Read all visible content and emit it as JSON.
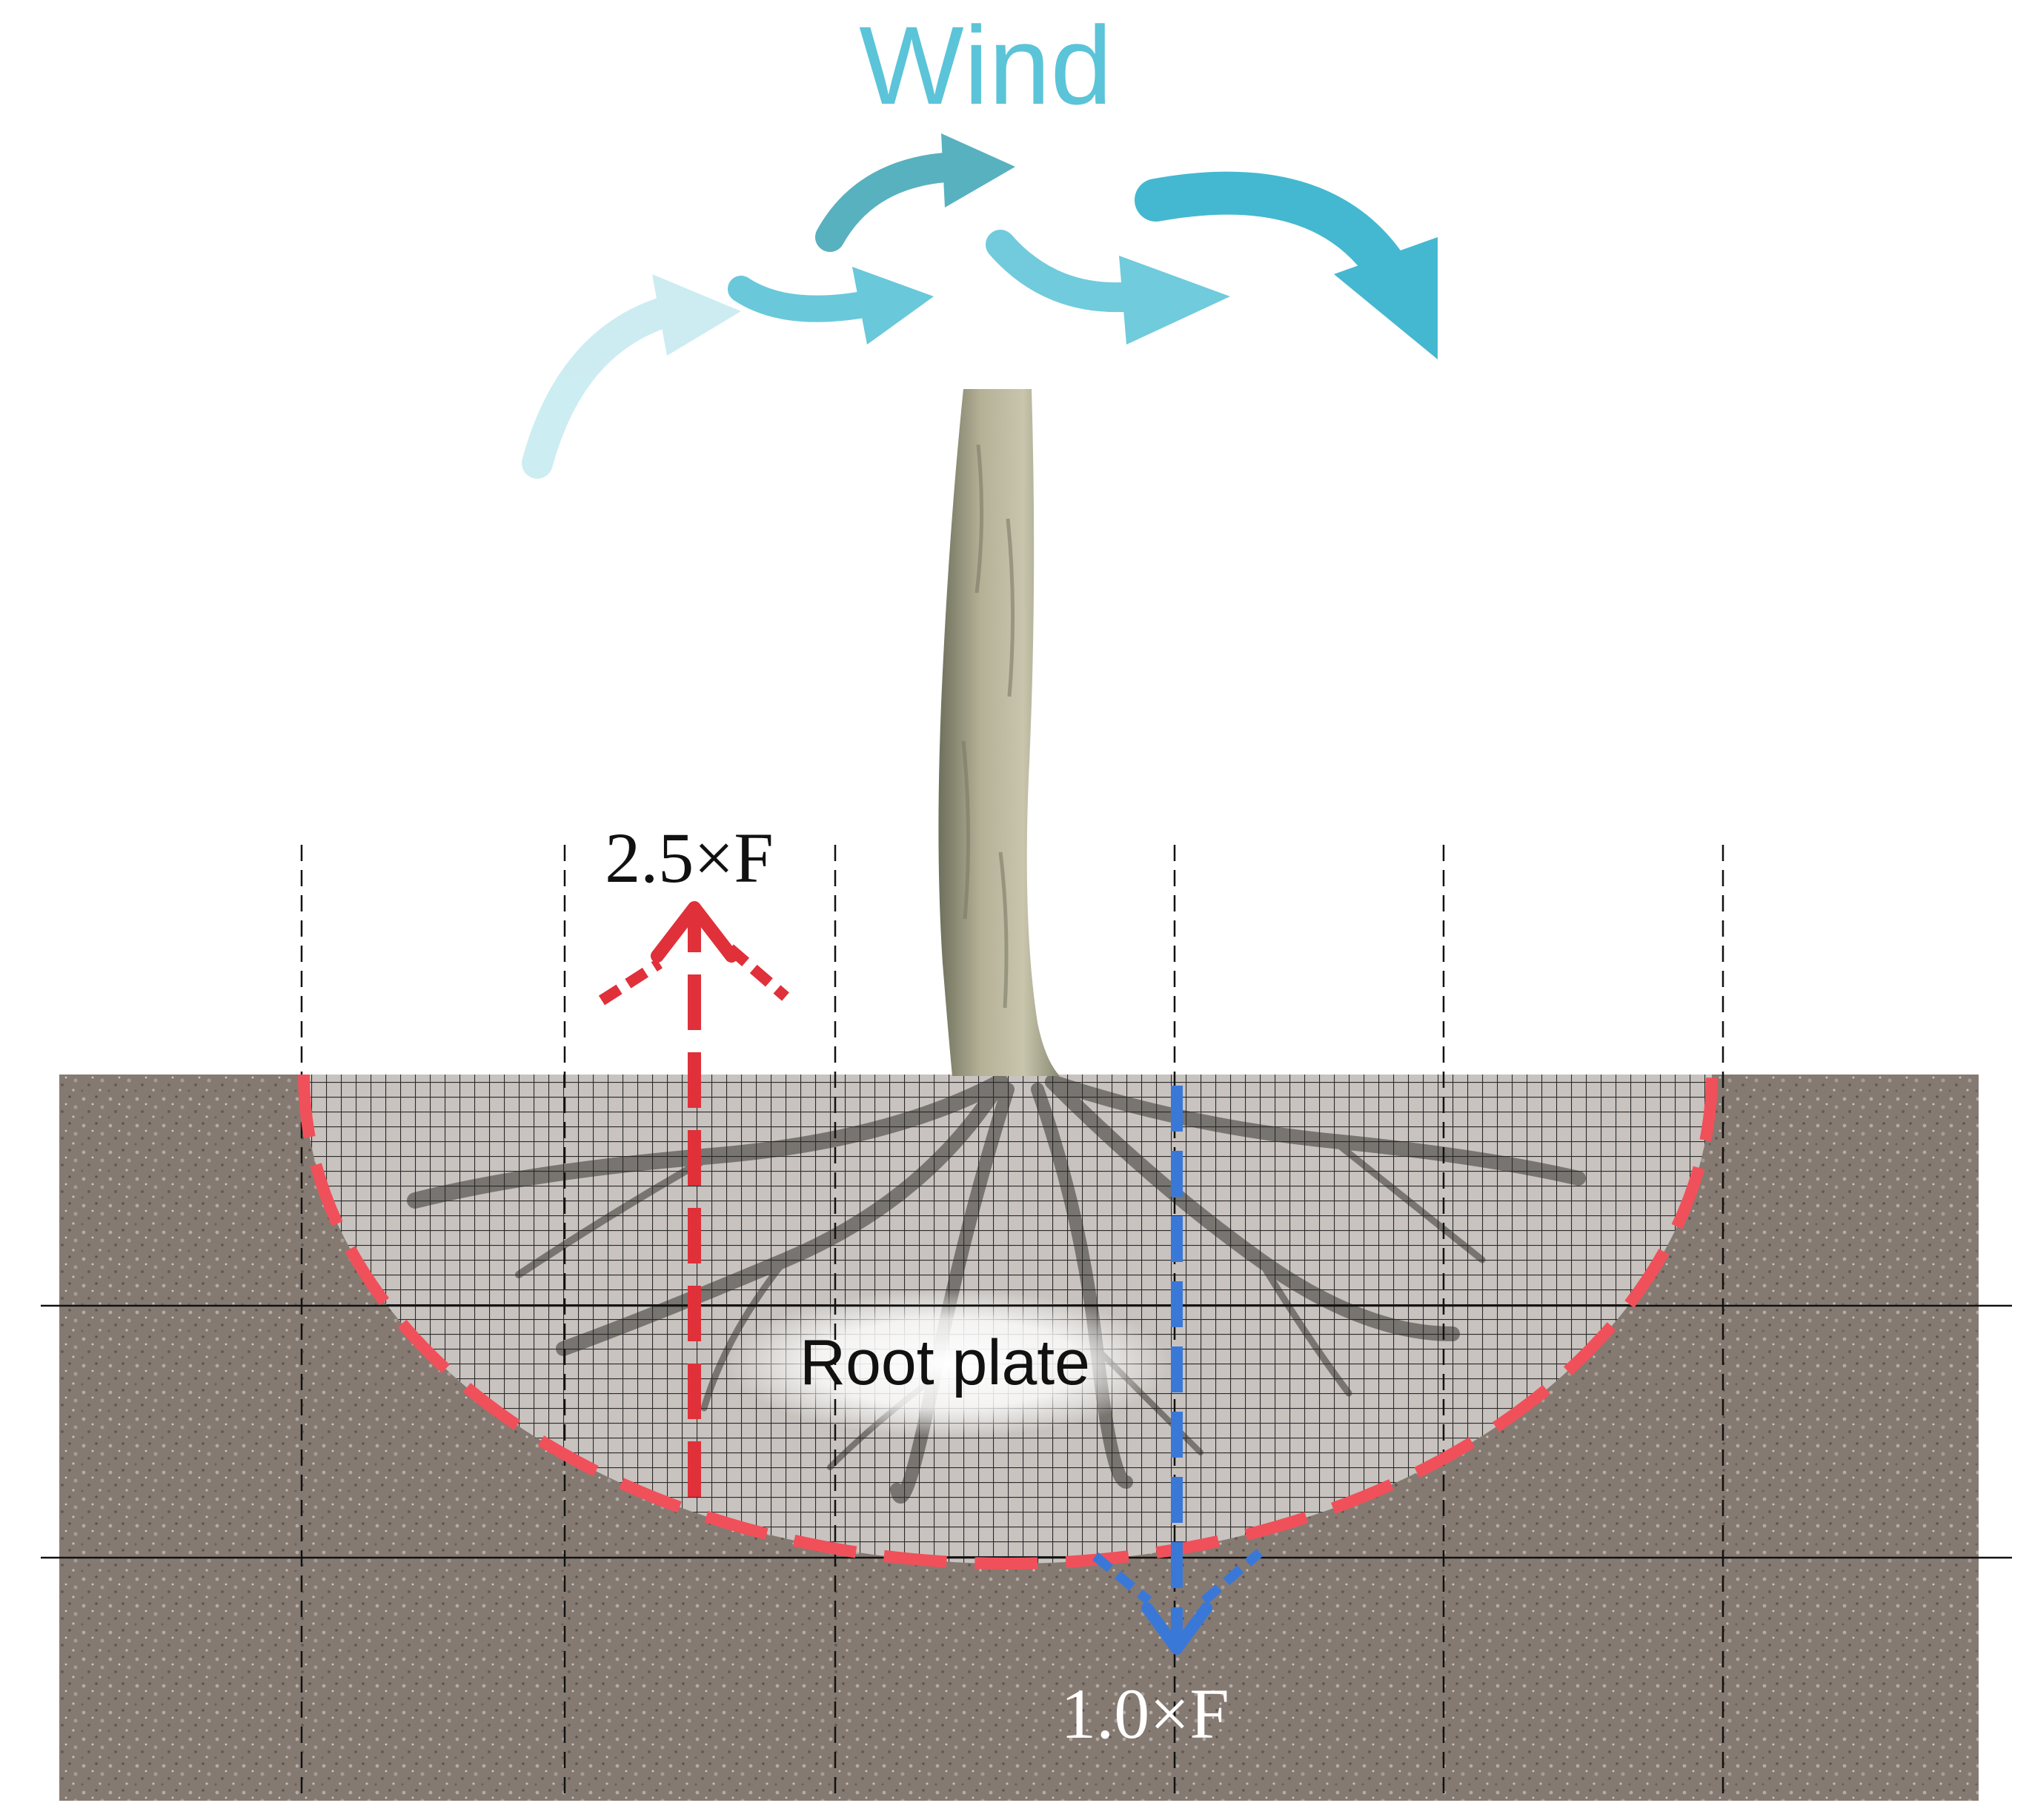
{
  "diagram": {
    "wind_label": "Wind",
    "upward_force_label": "2.5×F",
    "downward_force_label": "1.0×F",
    "root_plate_label": "Root plate"
  },
  "colors": {
    "wind": "#5bc4d8",
    "upward_force": "#e0303a",
    "downward_force": "#3a78d8",
    "plate_outline": "#f0505a",
    "soil": "#857a72",
    "trunk": "#a8a48a",
    "grid": "#222222"
  },
  "icons": {
    "wind_arrows": "curved-arrow-icon",
    "tree": "tree-trunk-icon",
    "roots": "root-system-icon"
  }
}
